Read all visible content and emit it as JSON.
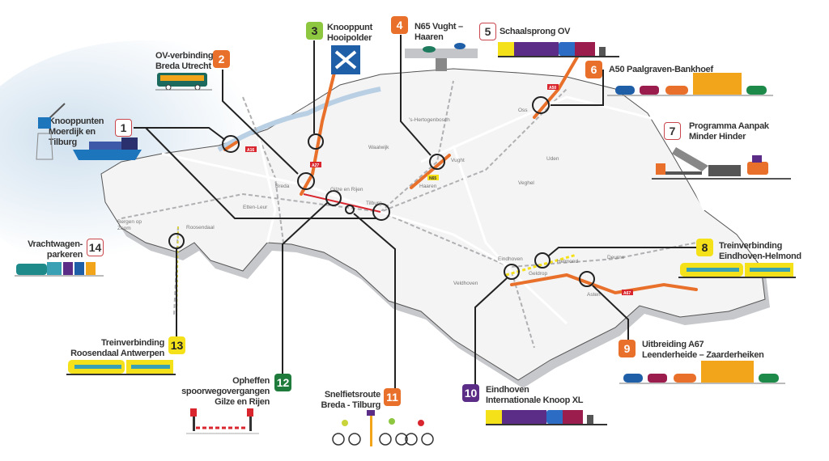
{
  "projects": [
    {
      "num": "1",
      "lines": [
        "Knooppunten",
        "Moerdijk en",
        "Tilburg"
      ],
      "color": "#ffffff",
      "style": "outline",
      "icon": "crane-ship-icon"
    },
    {
      "num": "2",
      "lines": [
        "OV-verbinding",
        "Breda Utrecht"
      ],
      "color": "#e8702a",
      "style": "filled",
      "icon": "bus-icon"
    },
    {
      "num": "3",
      "lines": [
        "Knooppunt",
        "Hooipolder"
      ],
      "color": "#8dc63f",
      "style": "filled",
      "icon": "interchange-sign-icon"
    },
    {
      "num": "4",
      "lines": [
        "N65 Vught –",
        "Haaren"
      ],
      "color": "#e8702a",
      "style": "filled",
      "icon": "overpass-icon"
    },
    {
      "num": "5",
      "lines": [
        "Schaalsprong OV"
      ],
      "color": "#ffffff",
      "style": "outline",
      "icon": "train-bus-icon"
    },
    {
      "num": "6",
      "lines": [
        "A50 Paalgraven-Bankhoef"
      ],
      "color": "#e8702a",
      "style": "filled",
      "icon": "traffic-icon"
    },
    {
      "num": "7",
      "lines": [
        "Programma Aanpak",
        "Minder Hinder"
      ],
      "color": "#ffffff",
      "style": "outline",
      "icon": "roadworks-icon"
    },
    {
      "num": "8",
      "lines": [
        "Treinverbinding",
        "Eindhoven-Helmond"
      ],
      "color": "#f5e11a",
      "style": "filled",
      "icon": "train-icon"
    },
    {
      "num": "9",
      "lines": [
        "Uitbreiding A67",
        "Leenderheide – Zaarderheiken"
      ],
      "color": "#e8702a",
      "style": "filled",
      "icon": "traffic-icon"
    },
    {
      "num": "10",
      "lines": [
        "Eindhoven",
        "Internationale Knoop XL"
      ],
      "color": "#5b2d86",
      "style": "filled",
      "icon": "train-bus-icon"
    },
    {
      "num": "11",
      "lines": [
        "Snelfietsroute",
        "Breda - Tilburg"
      ],
      "color": "#e8702a",
      "style": "filled",
      "icon": "bicycles-icon"
    },
    {
      "num": "12",
      "lines": [
        "Opheffen",
        "spoorwegovergangen",
        "Gilze en Rijen"
      ],
      "color": "#1e7b3c",
      "style": "filled",
      "icon": "level-crossing-icon"
    },
    {
      "num": "13",
      "lines": [
        "Treinverbinding",
        "Roosendaal Antwerpen"
      ],
      "color": "#f5e11a",
      "style": "filled",
      "icon": "train-icon"
    },
    {
      "num": "14",
      "lines": [
        "Vrachtwagen-",
        "parkeren"
      ],
      "color": "#ffffff",
      "style": "outline",
      "icon": "trucks-icon"
    }
  ],
  "cities": [
    "Breda",
    "Gilze en Rijen",
    "Tilburg",
    "Etten-Leur",
    "Bergen op",
    "Zoom",
    "Roosendaal",
    "Waalwijk",
    "'s-Hertogenbosch",
    "Vught",
    "Haaren",
    "Oss",
    "Uden",
    "Veghel",
    "Eindhoven",
    "Helmond",
    "Geldrop",
    "Deurne",
    "Veldhoven",
    "Asten"
  ],
  "roads": [
    "A16",
    "A27",
    "N65",
    "A50",
    "A67"
  ],
  "colors": {
    "orange": "#e8702a",
    "red": "#d9262e",
    "yellow": "#f5e11a",
    "land": "#f4f4f5",
    "water": "#d6e6f2"
  }
}
